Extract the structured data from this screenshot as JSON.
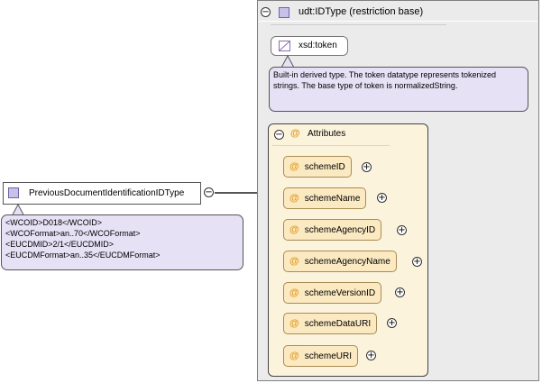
{
  "root": {
    "label": "PreviousDocumentIdentificationIDType",
    "doc_lines": [
      "<WCOID>D018</WCOID>",
      "<WCOFormat>an..70</WCOFormat>",
      "<EUCDMID>2/1</EUCDMID>",
      "<EUCDMFormat>an..35</EUCDMFormat>"
    ]
  },
  "type_box": {
    "title": "udt:IDType (restriction base)",
    "base": "xsd:token",
    "base_doc": "Built-in derived type. The token datatype represents tokenized strings. The base type of token is normalizedString."
  },
  "attributes": {
    "title": "Attributes",
    "items": [
      "schemeID",
      "schemeName",
      "schemeAgencyID",
      "schemeAgencyName",
      "schemeVersionID",
      "schemeDataURI",
      "schemeURI"
    ]
  },
  "colors": {
    "element_fill": "#e6e1f5",
    "attribute_fill": "#fbe9c2",
    "at_symbol": "#e09a20"
  }
}
